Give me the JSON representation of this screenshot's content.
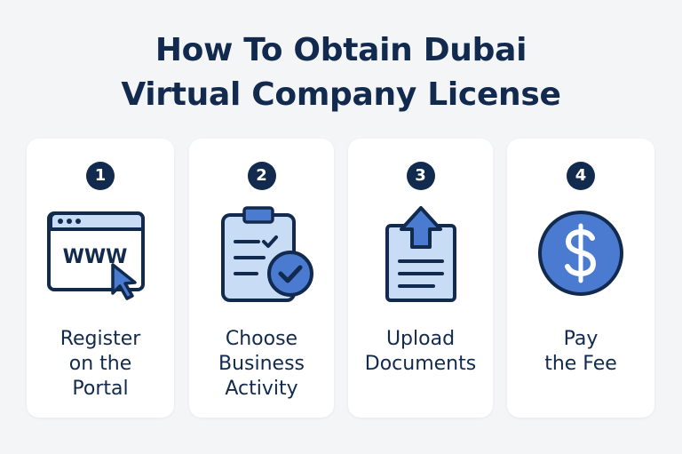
{
  "title": {
    "line1": "How To Obtain Dubai",
    "line2": "Virtual Company License"
  },
  "steps": [
    {
      "number": "1",
      "icon": "browser-www-icon",
      "label": [
        "Register",
        "on the",
        "Portal"
      ]
    },
    {
      "number": "2",
      "icon": "clipboard-check-icon",
      "label": [
        "Choose",
        "Business",
        "Activity"
      ]
    },
    {
      "number": "3",
      "icon": "document-upload-icon",
      "label": [
        "Upload",
        "Documents"
      ]
    },
    {
      "number": "4",
      "icon": "dollar-coin-icon",
      "label": [
        "Pay",
        "the Fee"
      ]
    }
  ],
  "colors": {
    "navy": "#112a4d",
    "light_blue": "#c9dcf6",
    "mid_blue": "#4a7bd0",
    "card": "#ffffff",
    "background": "#f4f5f7"
  }
}
